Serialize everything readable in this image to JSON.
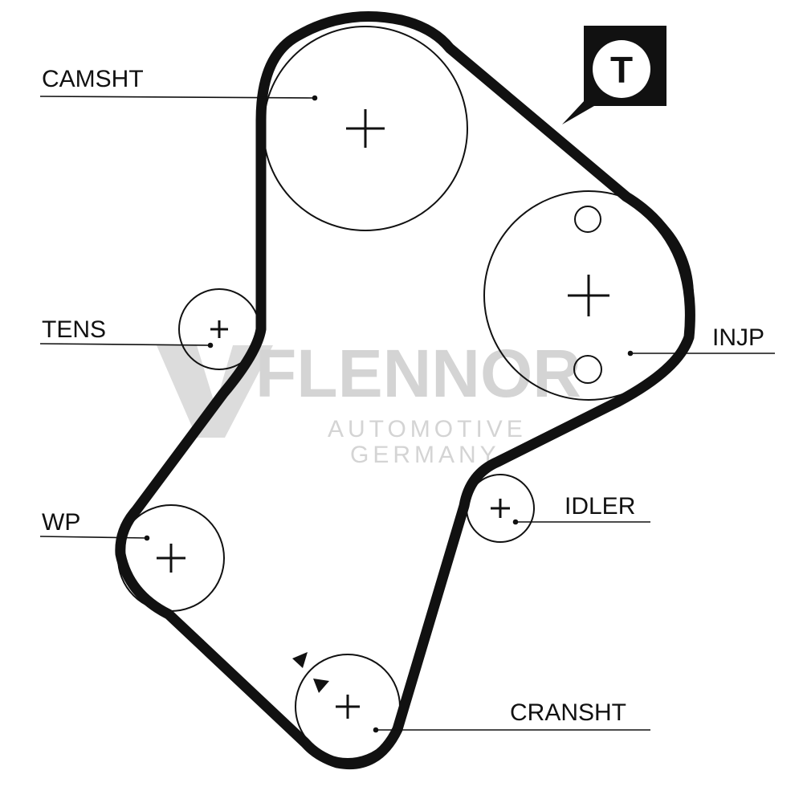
{
  "labels": {
    "camshaft": "CAMSHT",
    "tensioner": "TENS",
    "water_pump": "WP",
    "injection_pump": "INJP",
    "idler": "IDLER",
    "crankshaft": "CRANSHT"
  },
  "timing_mark": "T",
  "watermark": {
    "brand": "FLENNOR",
    "line1": "AUTOMOTIVE",
    "line2": "GERMANY"
  },
  "colors": {
    "ink": "#111111",
    "watermark": "#d4d4d4",
    "background": "#ffffff"
  }
}
